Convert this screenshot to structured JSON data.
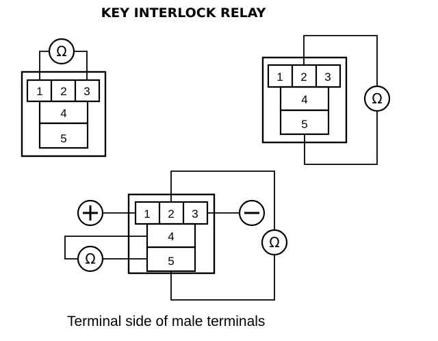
{
  "title": "KEY INTERLOCK RELAY",
  "caption": "Terminal side of male terminals",
  "terminals": [
    "1",
    "2",
    "3",
    "4",
    "5"
  ],
  "ohm_symbol": "Ω"
}
